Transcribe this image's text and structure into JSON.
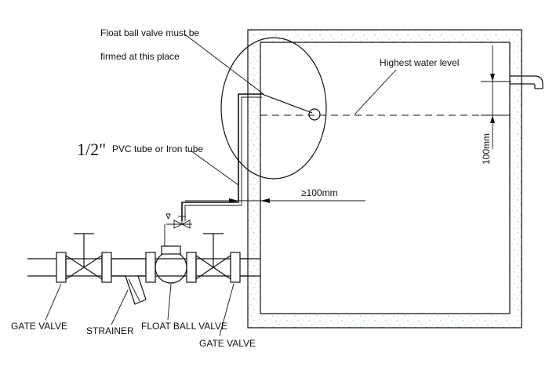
{
  "labels": {
    "note_line1": "Float ball valve must be",
    "note_line2": "firmed at this place",
    "highest_water_level": "Highest water level",
    "fraction": "1/2\"",
    "tube": "PVC tube or Iron tube",
    "dim_100": "≥100mm",
    "dim_100_vertical": "100mm",
    "gate_valve_left": "GATE VALVE",
    "strainer": "STRAINER",
    "float_ball_valve": "FLOAT BALL VALVE",
    "gate_valve_right": "GATE VALVE"
  },
  "colors": {
    "line": "#111111",
    "tank_speckle": "#7fb3d5"
  }
}
